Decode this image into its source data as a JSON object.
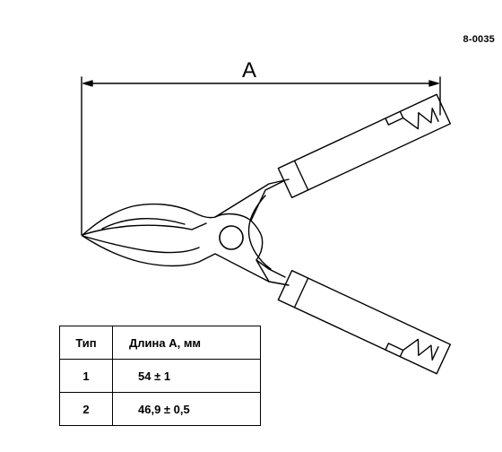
{
  "part_code": "8-0035",
  "dimension_label": "A",
  "table": {
    "headers": [
      "Тип",
      "Длина А, мм"
    ],
    "rows": [
      [
        "1",
        "54 ± 1"
      ],
      [
        "2",
        "46,9 ± 0,5"
      ]
    ]
  }
}
